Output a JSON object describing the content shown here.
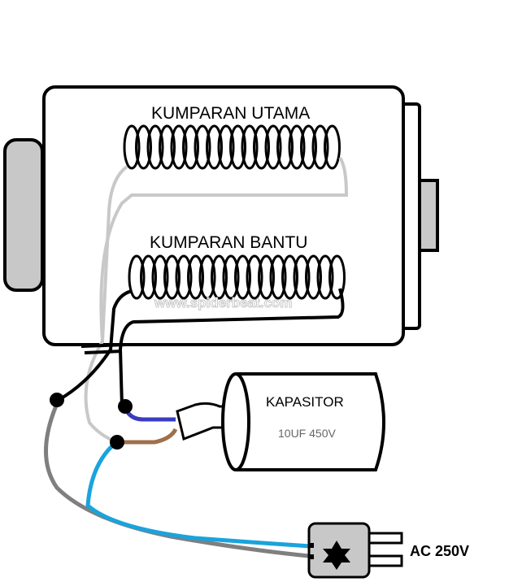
{
  "labels": {
    "main_winding": "KUMPARAN UTAMA",
    "aux_winding": "KUMPARAN BANTU",
    "watermark": "www.spiderbeat.com",
    "capacitor_title": "KAPASITOR",
    "capacitor_rating": "10UF 450V",
    "supply": "AC 250V"
  },
  "colors": {
    "outline": "#000000",
    "shaft": "#c8c8c8",
    "wire_gray": "#7f7f7f",
    "wire_lightgray": "#c8c8c8",
    "wire_black": "#000000",
    "wire_blue": "#3b3bc0",
    "wire_brown": "#a0704a",
    "wire_cyan": "#1aa3dc",
    "plug_body": "#c8c8c8"
  },
  "icons": {
    "plug": "plug-icon",
    "plug_mark": "star-icon"
  }
}
